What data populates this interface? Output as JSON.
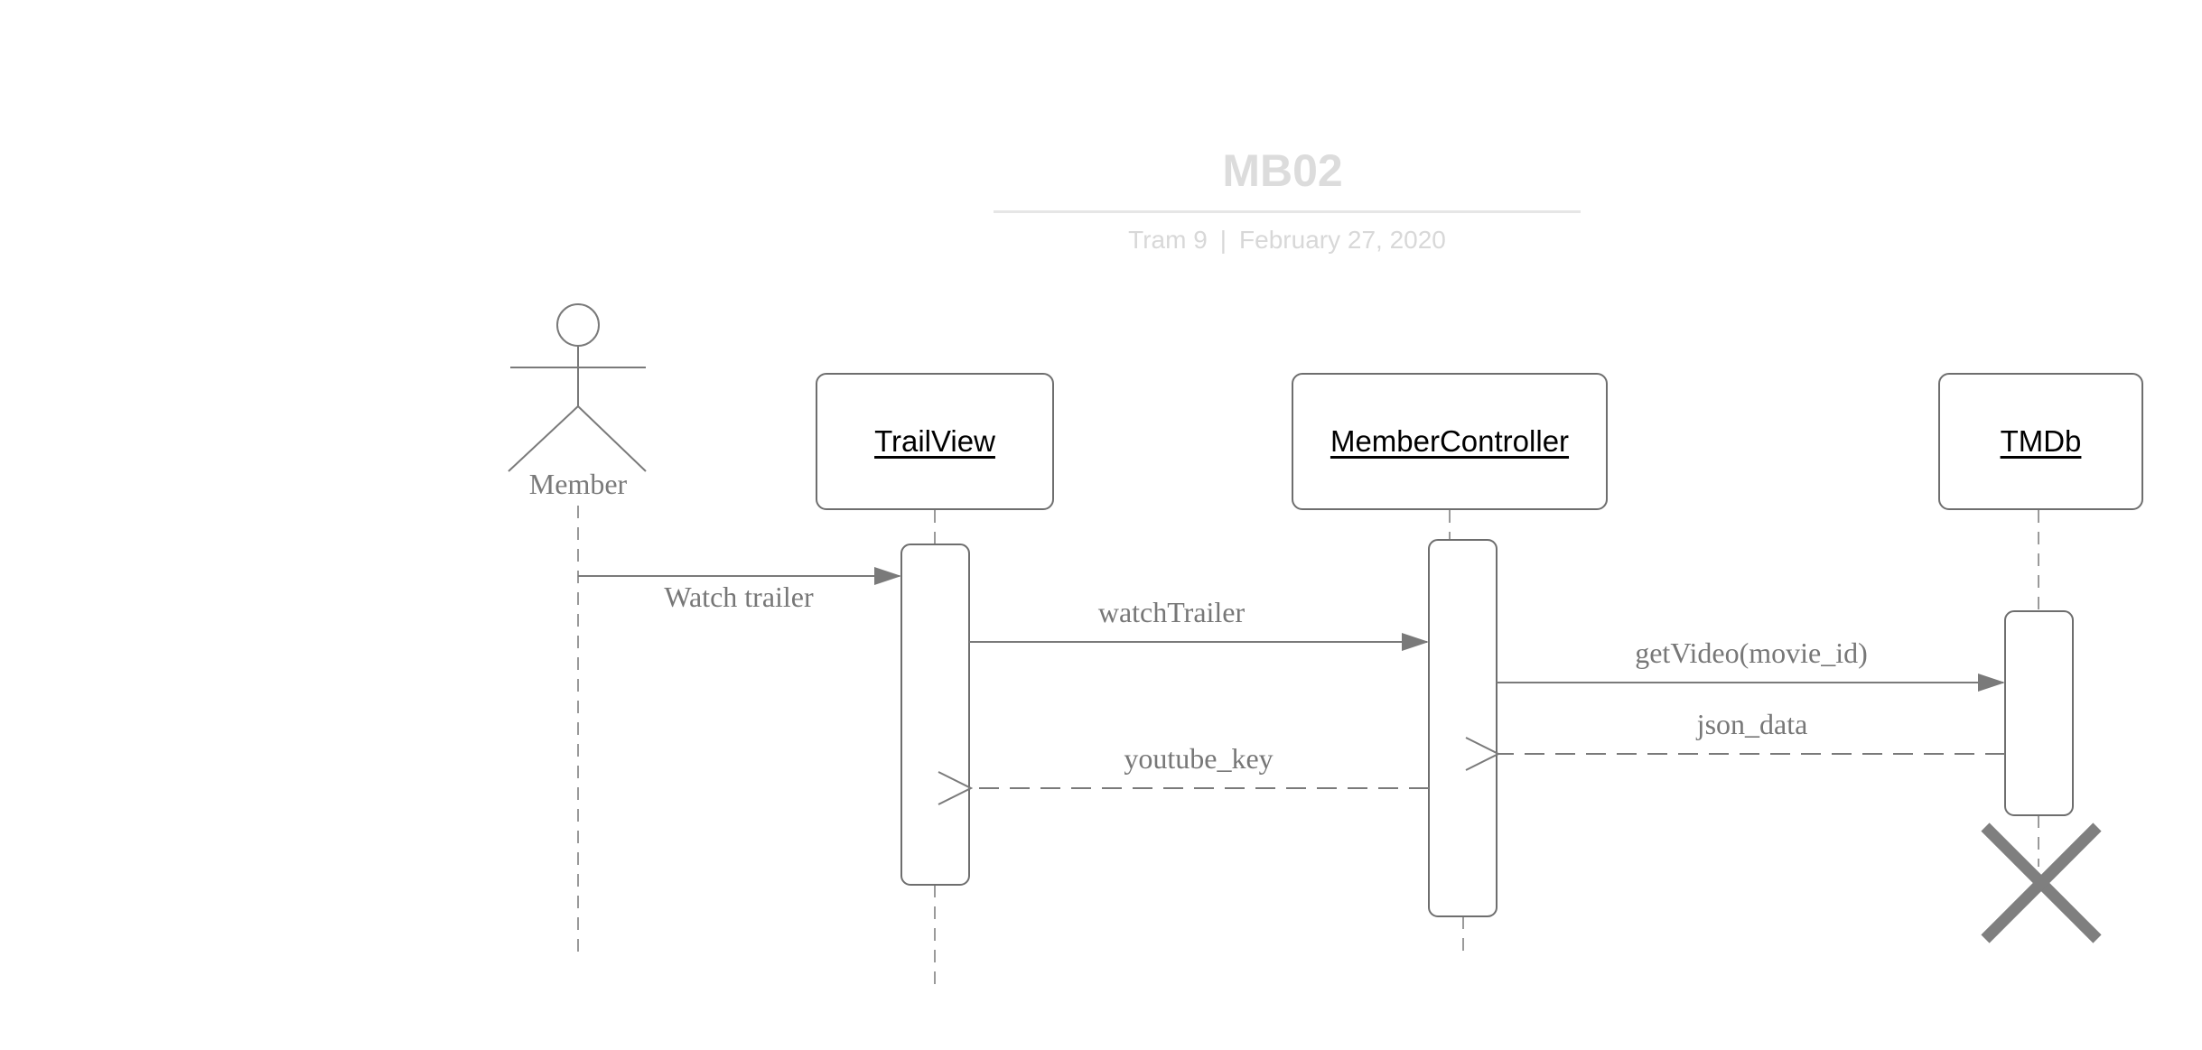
{
  "diagram": {
    "title": "MB02",
    "subtitle": {
      "team": "Tram 9",
      "separator": "|",
      "date": "February 27, 2020"
    },
    "actor": {
      "label": "Member"
    },
    "lifelines": [
      {
        "id": "trailview",
        "label": "TrailView"
      },
      {
        "id": "membercontroller",
        "label": "MemberController"
      },
      {
        "id": "tmdb",
        "label": "TMDb"
      }
    ],
    "messages": [
      {
        "id": "m1",
        "label": "Watch trailer",
        "from": "Member",
        "to": "TrailView",
        "style": "synchronous"
      },
      {
        "id": "m2",
        "label": "watchTrailer",
        "from": "TrailView",
        "to": "MemberController",
        "style": "synchronous"
      },
      {
        "id": "m3",
        "label": "getVideo(movie_id)",
        "from": "MemberController",
        "to": "TMDb",
        "style": "synchronous"
      },
      {
        "id": "m4",
        "label": "json_data",
        "from": "TMDb",
        "to": "MemberController",
        "style": "return"
      },
      {
        "id": "m5",
        "label": "youtube_key",
        "from": "MemberController",
        "to": "TrailView",
        "style": "return"
      }
    ],
    "destroyed": "TMDb",
    "colors": {
      "line": "#7a7a7a",
      "title": "#dcdcdc",
      "text": "#777777"
    }
  }
}
